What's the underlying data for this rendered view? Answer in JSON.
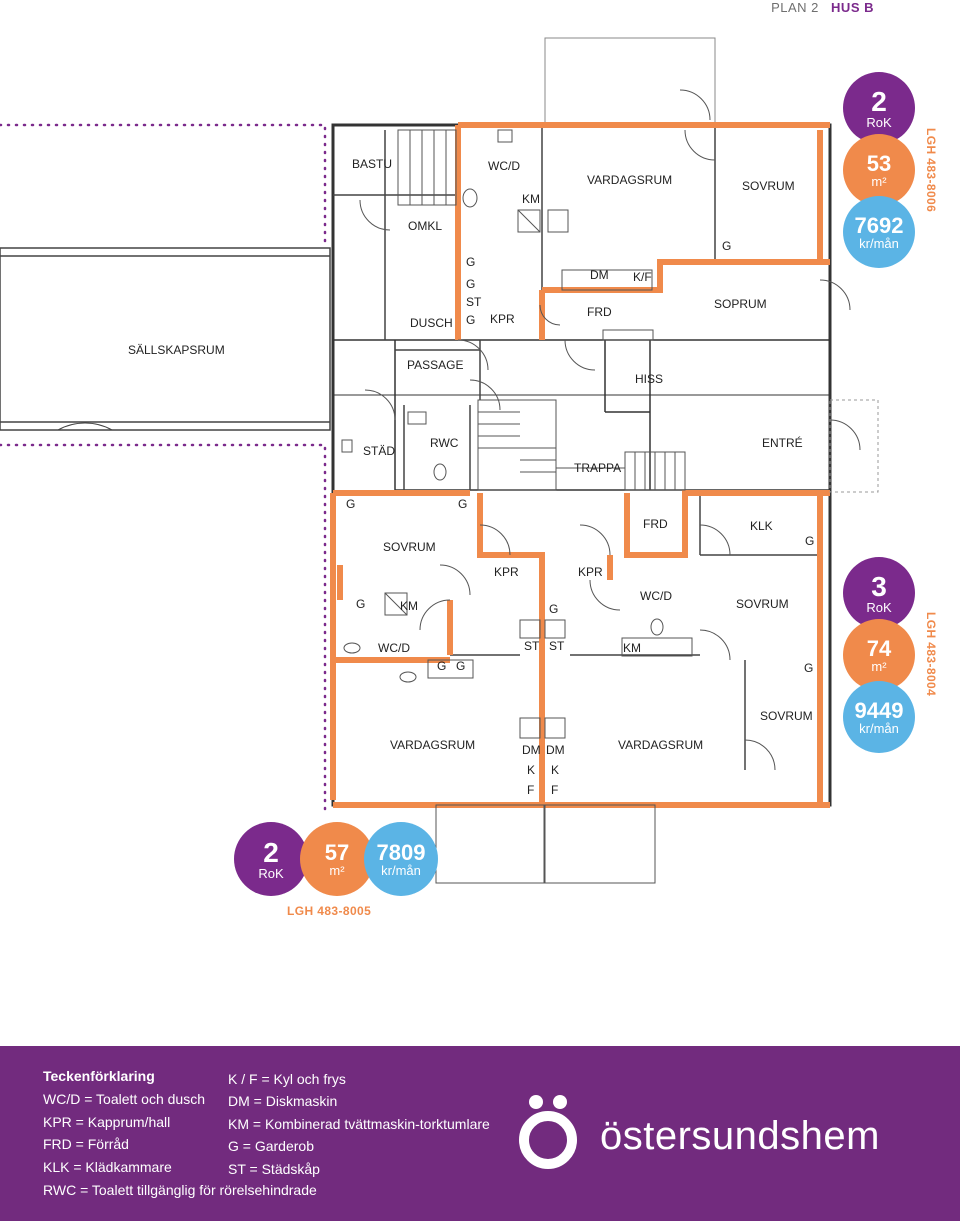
{
  "header": {
    "plan": "PLAN 2",
    "hus": "HUS B"
  },
  "rooms": {
    "bastu": "BASTU",
    "omkl": "OMKL",
    "wcd_top": "WC/D",
    "km_top": "KM",
    "vardagsrum_top": "VARDAGSRUM",
    "sovrum_top": "SOVRUM",
    "g_top": "G",
    "g1": "G",
    "g2": "G",
    "st1": "ST",
    "g3": "G",
    "dusch": "DUSCH",
    "kpr_top": "KPR",
    "dm_top": "DM",
    "kf_top": "K/F",
    "frd_top": "FRD",
    "soprum": "SOPRUM",
    "sallskapsrum": "SÄLLSKAPSRUM",
    "passage": "PASSAGE",
    "hiss": "HISS",
    "stad": "STÄD",
    "rwc": "RWC",
    "trappa": "TRAPPA",
    "entre": "ENTRÉ",
    "g_l1": "G",
    "g_l2": "G",
    "frd_mid": "FRD",
    "klk": "KLK",
    "g_klk": "G",
    "sovrum_left": "SOVRUM",
    "kpr_l": "KPR",
    "kpr_r": "KPR",
    "g_km_left": "G",
    "km_left": "KM",
    "g_mid": "G",
    "wcd_right": "WC/D",
    "sovrum_right": "SOVRUM",
    "wcd_left": "WC/D",
    "g_gl1": "G",
    "g_gl2": "G",
    "st_l": "ST",
    "st_r": "ST",
    "km_right": "KM",
    "g_r3": "G",
    "sovrum_right2": "SOVRUM",
    "vardagsrum_left": "VARDAGSRUM",
    "dm_l": "DM",
    "dm_r": "DM",
    "vardagsrum_right": "VARDAGSRUM",
    "k_l": "K",
    "k_r": "K",
    "f_l": "F",
    "f_r": "F"
  },
  "units": {
    "top": {
      "rooms": "2",
      "rok": "RoK",
      "area": "53",
      "area_unit": "m²",
      "rent": "7692",
      "rent_unit": "kr/mån",
      "lgh": "LGH 483-8006"
    },
    "right": {
      "rooms": "3",
      "rok": "RoK",
      "area": "74",
      "area_unit": "m²",
      "rent": "9449",
      "rent_unit": "kr/mån",
      "lgh": "LGH 483-8004"
    },
    "bottom": {
      "rooms": "2",
      "rok": "RoK",
      "area": "57",
      "area_unit": "m²",
      "rent": "7809",
      "rent_unit": "kr/mån",
      "lgh": "LGH 483-8005"
    }
  },
  "legend": {
    "title": "Teckenförklaring",
    "col1": [
      "WC/D = Toalett och dusch",
      "KPR = Kapprum/hall",
      "FRD = Förråd",
      "KLK = Klädkammare",
      "RWC = Toalett tillgänglig för rörelsehindrade"
    ],
    "col2": [
      "K / F = Kyl och frys",
      "DM = Diskmaskin",
      "KM = Kombinerad tvättmaskin-torktumlare",
      "G = Garderob",
      "ST = Städskåp"
    ]
  },
  "brand": {
    "name": "östersundshem"
  },
  "colors": {
    "purple": "#7b2a8c",
    "orange": "#f08a4b",
    "blue": "#5bb4e5",
    "legend_bg": "#722b7e",
    "wall": "#333333"
  }
}
